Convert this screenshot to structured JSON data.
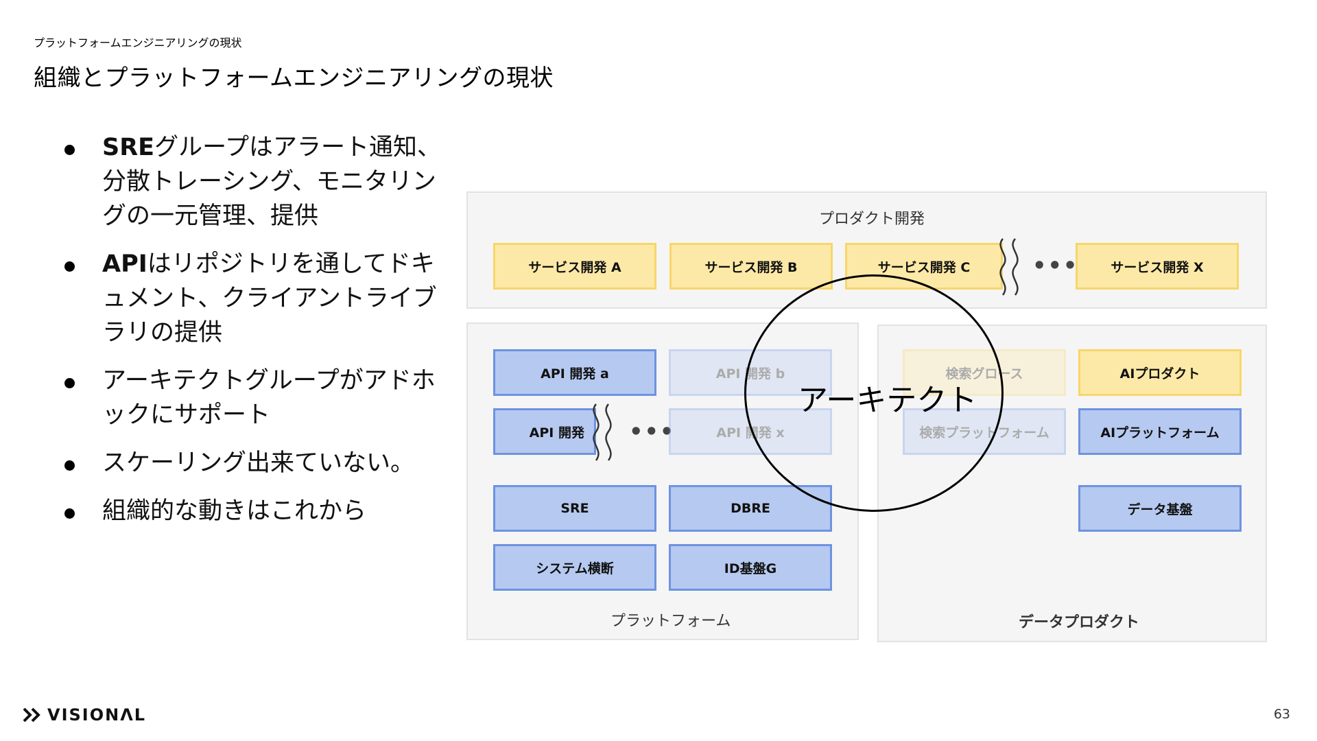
{
  "breadcrumb": "プラットフォームエンジニアリングの現状",
  "title": "組織とプラットフォームエンジニアリングの現状",
  "bullets": [
    {
      "bold": "SRE",
      "text": "グループはアラート通知、分散トレーシング、モニタリングの一元管理、提供"
    },
    {
      "bold": "API",
      "text": "はリポジトリを通してドキュメント、クライアントライブラリの提供"
    },
    {
      "bold": "",
      "text": "アーキテクトグループがアドホックにサポート"
    },
    {
      "bold": "",
      "text": "スケーリング出来ていない。"
    },
    {
      "bold": "",
      "text": "組織的な動きはこれから"
    }
  ],
  "diagram": {
    "product_dev": {
      "label": "プロダクト開発",
      "boxes": [
        "サービス開発 A",
        "サービス開発 B",
        "サービス開発 C",
        "サービス開発 X"
      ],
      "ellipsis": "•••"
    },
    "platform": {
      "label": "プラットフォーム",
      "boxes": [
        "API 開発 a",
        "API 開発 b",
        "API 開発",
        "API 開発 x",
        "SRE",
        "DBRE",
        "システム横断",
        "ID基盤G"
      ],
      "ellipsis": "•••"
    },
    "data_product": {
      "label": "データプロダクト",
      "boxes": [
        "検索グロース",
        "AIプロダクト",
        "検索プラットフォーム",
        "AIプラットフォーム",
        "データ基盤"
      ]
    },
    "architect_label": "アーキテクト"
  },
  "footer": {
    "logo_text": "VISIONΛL",
    "page_number": "63"
  },
  "colors": {
    "yellow_fill": "#fde9a7",
    "yellow_border": "#f7d66a",
    "blue_fill": "#b6c9f0",
    "blue_border": "#6d93e0"
  }
}
